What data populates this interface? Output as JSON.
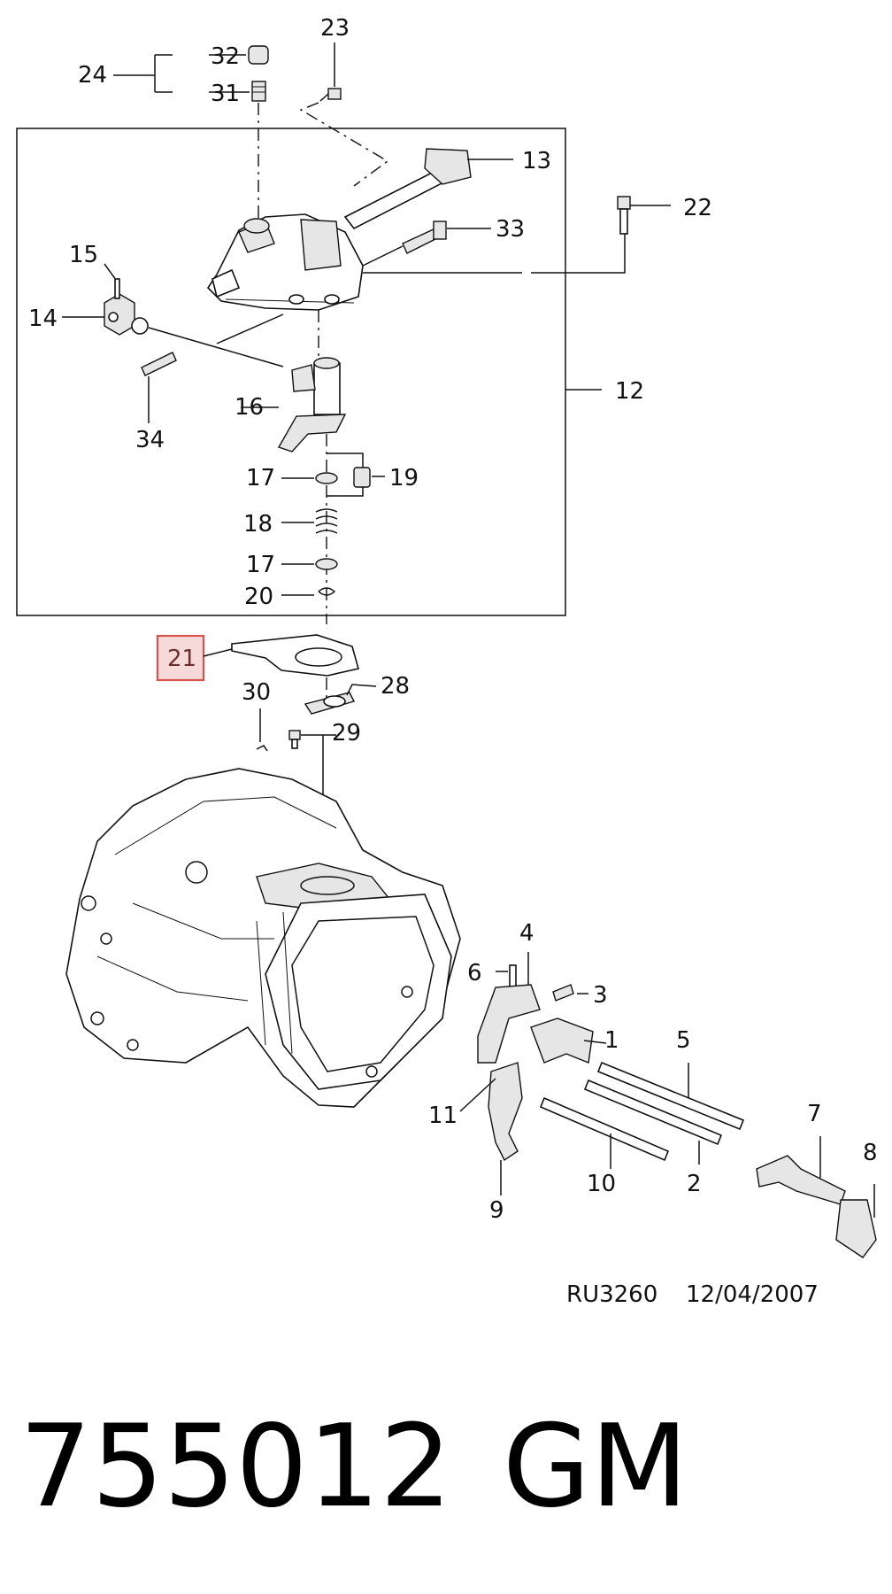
{
  "diagram": {
    "callouts": {
      "c1": "1",
      "c2": "2",
      "c3": "3",
      "c4": "4",
      "c5": "5",
      "c6": "6",
      "c7": "7",
      "c8": "8",
      "c9": "9",
      "c10": "10",
      "c11": "11",
      "c12": "12",
      "c13": "13",
      "c14": "14",
      "c15": "15",
      "c16": "16",
      "c17a": "17",
      "c17b": "17",
      "c18": "18",
      "c19": "19",
      "c20": "20",
      "c21": "21",
      "c22": "22",
      "c23": "23",
      "c24": "24",
      "c28": "28",
      "c29": "29",
      "c30": "30",
      "c31": "31",
      "c32": "32",
      "c33": "33",
      "c34": "34"
    },
    "highlighted_callout": "21",
    "highlight_color": "#d9534f",
    "reference_code": "RU3260",
    "reference_date": "12/04/2007"
  },
  "footer": {
    "part_number": "755012",
    "brand": "GM"
  }
}
